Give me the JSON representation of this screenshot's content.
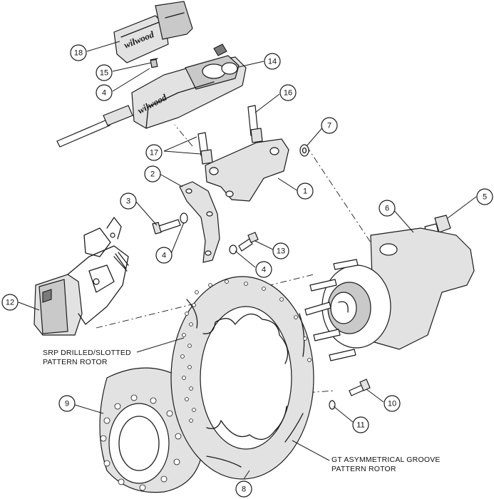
{
  "callouts": [
    {
      "id": "c18",
      "number": "18"
    },
    {
      "id": "c15",
      "number": "15"
    },
    {
      "id": "c4a",
      "number": "4"
    },
    {
      "id": "c14",
      "number": "14"
    },
    {
      "id": "c16",
      "number": "16"
    },
    {
      "id": "c7",
      "number": "7"
    },
    {
      "id": "c17",
      "number": "17"
    },
    {
      "id": "c2",
      "number": "2"
    },
    {
      "id": "c1",
      "number": "1"
    },
    {
      "id": "c3",
      "number": "3"
    },
    {
      "id": "c4b",
      "number": "4"
    },
    {
      "id": "c13",
      "number": "13"
    },
    {
      "id": "c4c",
      "number": "4"
    },
    {
      "id": "c6",
      "number": "6"
    },
    {
      "id": "c5",
      "number": "5"
    },
    {
      "id": "c12",
      "number": "12"
    },
    {
      "id": "c9",
      "number": "9"
    },
    {
      "id": "c10",
      "number": "10"
    },
    {
      "id": "c11",
      "number": "11"
    },
    {
      "id": "c8",
      "number": "8"
    }
  ],
  "labels": {
    "srp_line1": "SRP DRILLED/SLOTTED",
    "srp_line2": "PATTERN ROTOR",
    "gt_line1": "GT ASYMMETRICAL GROOVE",
    "gt_line2": "PATTERN ROTOR"
  },
  "logos": {
    "pad_logo": "wilwood",
    "caliper_logo": "wilwood"
  }
}
